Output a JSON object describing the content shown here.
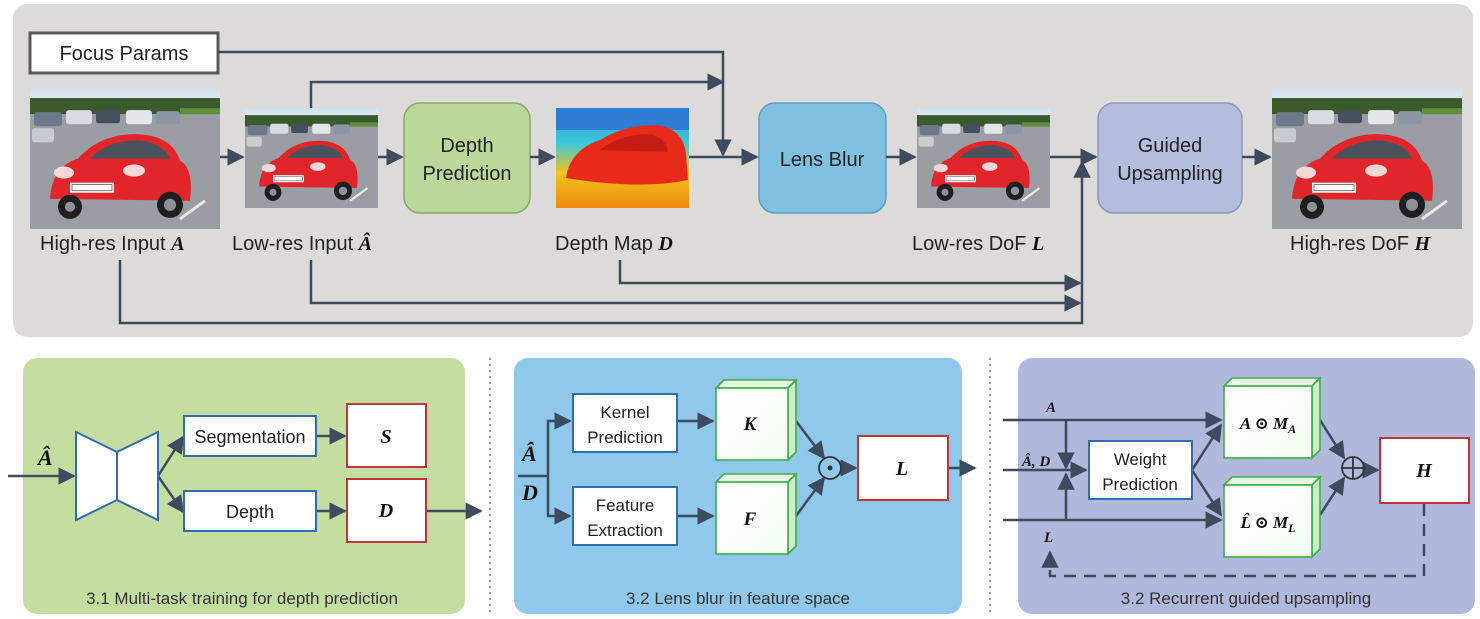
{
  "top": {
    "focus_params": "Focus Params",
    "depth_prediction": [
      "Depth",
      "Prediction"
    ],
    "lens_blur": "Lens Blur",
    "guided_upsampling": [
      "Guided",
      "Upsampling"
    ],
    "captions": {
      "high_res_input": {
        "text": "High-res Input",
        "sym": "A"
      },
      "low_res_input": {
        "text": "Low-res Input",
        "sym": "Â"
      },
      "depth_map": {
        "text": "Depth Map",
        "sym": "D"
      },
      "low_res_dof": {
        "text": "Low-res DoF",
        "sym": "L"
      },
      "high_res_dof": {
        "text": "High-res DoF",
        "sym": "H"
      }
    }
  },
  "panel1": {
    "input": "Â",
    "segmentation": "Segmentation",
    "depth": "Depth",
    "out_s": "S",
    "out_d": "D",
    "caption": "3.1 Multi-task training for depth prediction"
  },
  "panel2": {
    "input_a": "Â",
    "input_d": "D",
    "kernel_prediction": [
      "Kernel",
      "Prediction"
    ],
    "feature_extraction": [
      "Feature",
      "Extraction"
    ],
    "k": "K",
    "f": "F",
    "op": "⊙",
    "out_l": "L",
    "caption": "3.2 Lens blur in feature space"
  },
  "panel3": {
    "in_a": "A",
    "in_ad": "Â, D",
    "in_l": "L",
    "weight_prediction": [
      "Weight",
      "Prediction"
    ],
    "prod_a": "A ⊙ M",
    "prod_a_sub": "A",
    "prod_l": "L̂ ⊙ M",
    "prod_l_sub": "L",
    "op": "⊕",
    "out_h": "H",
    "caption": "3.2 Recurrent guided upsampling"
  }
}
